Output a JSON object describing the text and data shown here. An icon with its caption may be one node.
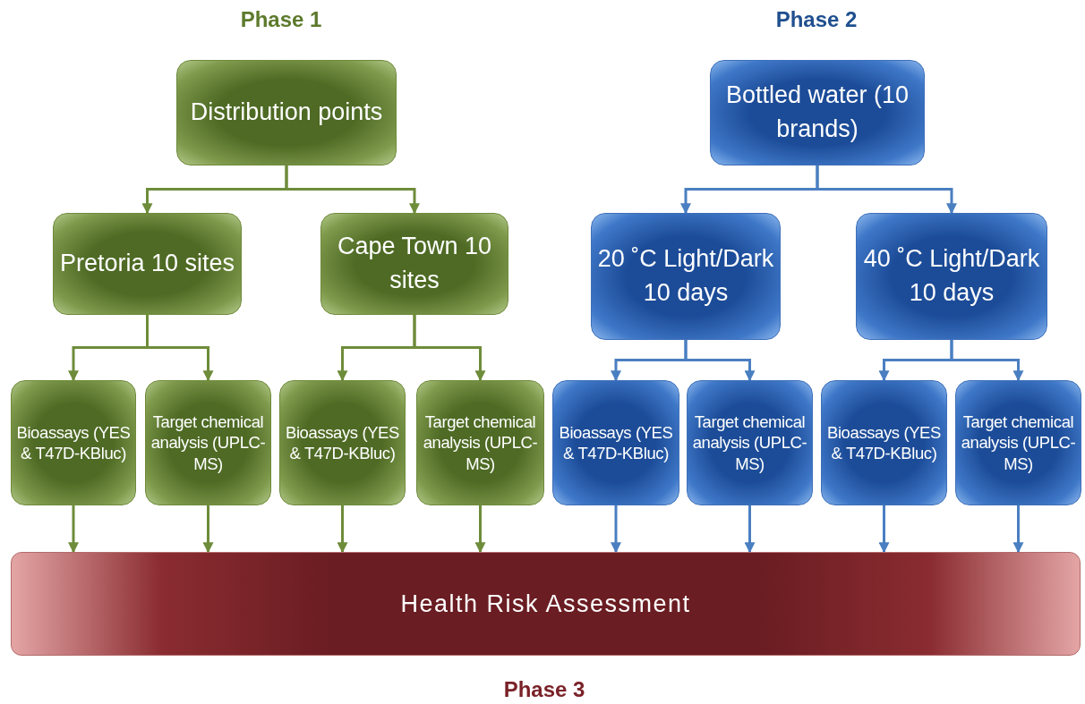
{
  "diagram": {
    "nodes": [
      {
        "text": [
          "Distribution points"
        ]
      },
      {
        "text": [
          "Pretoria 10 sites"
        ]
      },
      {
        "text": [
          "Cape Town 10 sites"
        ]
      },
      {
        "text": [
          "Bioassays (YES & T47D-KBluc)"
        ]
      },
      {
        "text": [
          "Target chemical analysis (UPLC-MS)"
        ]
      },
      {
        "text": [
          "Bioassays (YES & T47D-KBluc)"
        ]
      },
      {
        "text": [
          "Target chemical analysis (UPLC-MS)"
        ]
      },
      {
        "text": [
          "Bottled water (10 brands)"
        ]
      },
      {
        "text": [
          "20 ˚C Light/Dark 10 days"
        ]
      },
      {
        "text": [
          "40 ˚C Light/Dark 10 days"
        ]
      },
      {
        "text": [
          "Bioassays (YES & T47D-KBluc)"
        ]
      },
      {
        "text": [
          "Target chemical analysis (UPLC-MS)"
        ]
      },
      {
        "text": [
          "Bioassays (YES & T47D-KBluc)"
        ]
      },
      {
        "text": [
          "Target chemical analysis (UPLC-MS)"
        ]
      },
      {
        "text": [
          "Health Risk Assessment"
        ]
      }
    ],
    "edges": [
      {
        "from": 0,
        "to": 1,
        "arrow": "to"
      },
      {
        "from": 0,
        "to": 2,
        "arrow": "to"
      },
      {
        "from": 1,
        "to": 3,
        "arrow": "to"
      },
      {
        "from": 1,
        "to": 4,
        "arrow": "to"
      },
      {
        "from": 2,
        "to": 5,
        "arrow": "to"
      },
      {
        "from": 2,
        "to": 6,
        "arrow": "to"
      },
      {
        "from": 3,
        "to": 14,
        "arrow": "to"
      },
      {
        "from": 4,
        "to": 14,
        "arrow": "to"
      },
      {
        "from": 5,
        "to": 14,
        "arrow": "to"
      },
      {
        "from": 6,
        "to": 14,
        "arrow": "to"
      },
      {
        "from": 7,
        "to": 8,
        "arrow": "to",
        "color": "#4a7fc1"
      },
      {
        "from": 7,
        "to": 9,
        "arrow": "to",
        "color": "#4a7fc1"
      },
      {
        "from": 8,
        "to": 10,
        "arrow": "to",
        "color": "#4a7fc1"
      },
      {
        "from": 8,
        "to": 11,
        "arrow": "to",
        "color": "#4a7fc1"
      },
      {
        "from": 9,
        "to": 12,
        "arrow": "to",
        "color": "#4a7fc1"
      },
      {
        "from": 9,
        "to": 13,
        "arrow": "to",
        "color": "#4a7fc1"
      },
      {
        "from": 10,
        "to": 14,
        "arrow": "to",
        "color": "#4a7fc1"
      },
      {
        "from": 11,
        "to": 14,
        "arrow": "to",
        "color": "#4a7fc1"
      },
      {
        "from": 12,
        "to": 14,
        "arrow": "to",
        "color": "#4a7fc1"
      },
      {
        "from": 13,
        "to": 14,
        "arrow": "to",
        "color": "#4a7fc1"
      }
    ],
    "labels": [
      "Phase 1",
      "Phase 2",
      "Phase 3"
    ]
  }
}
